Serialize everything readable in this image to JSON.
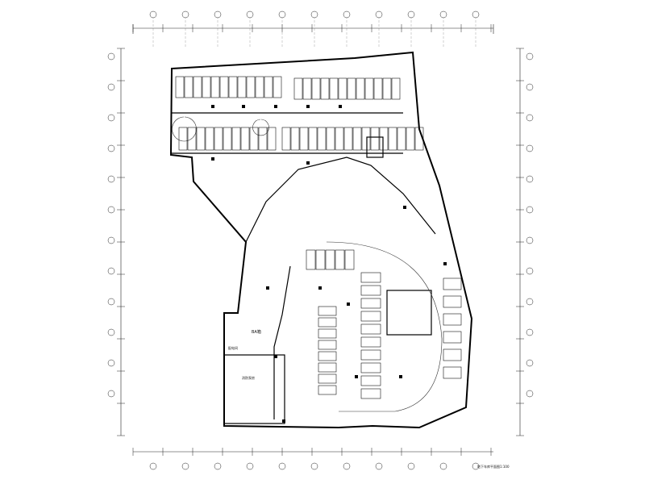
{
  "drawing": {
    "caption": "地下车库平面图1:100",
    "labels": {
      "room_a": "BA箱",
      "room_b": "配电间",
      "room_c": "消防泵房"
    },
    "colors": {
      "line": "#111111",
      "background": "#ffffff"
    }
  }
}
